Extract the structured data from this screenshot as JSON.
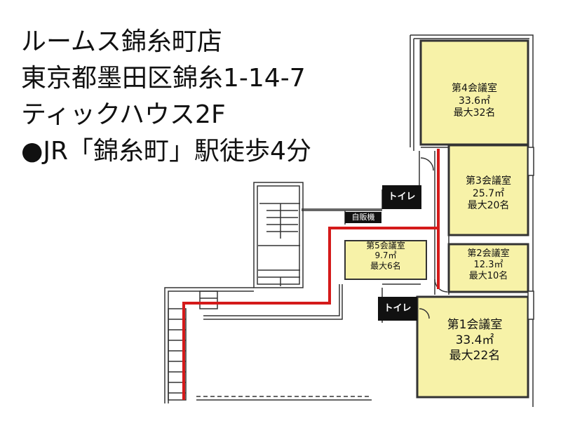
{
  "header": {
    "lines": [
      "ルームス錦糸町店",
      "東京都墨田区錦糸1-14-7",
      "ティックハウス2F",
      "●JR「錦糸町」駅徒歩4分"
    ]
  },
  "rooms": {
    "room4": {
      "name": "第4会議室",
      "area": "33.6㎡",
      "capacity": "最大32名"
    },
    "room3": {
      "name": "第3会議室",
      "area": "25.7㎡",
      "capacity": "最大20名"
    },
    "room5": {
      "name": "第5会議室",
      "area": "9.7㎡",
      "capacity": "最大6名"
    },
    "room2": {
      "name": "第2会議室",
      "area": "12.3㎡",
      "capacity": "最大10名"
    },
    "room1": {
      "name": "第1会議室",
      "area": "33.4㎡",
      "capacity": "最大22名"
    }
  },
  "labels": {
    "toilet_upper": "トイレ",
    "toilet_lower": "トイレ",
    "vending": "自販機"
  },
  "colors": {
    "room_fill": "#f7f2a8",
    "route": "#d41a1a",
    "wall": "#333333"
  }
}
